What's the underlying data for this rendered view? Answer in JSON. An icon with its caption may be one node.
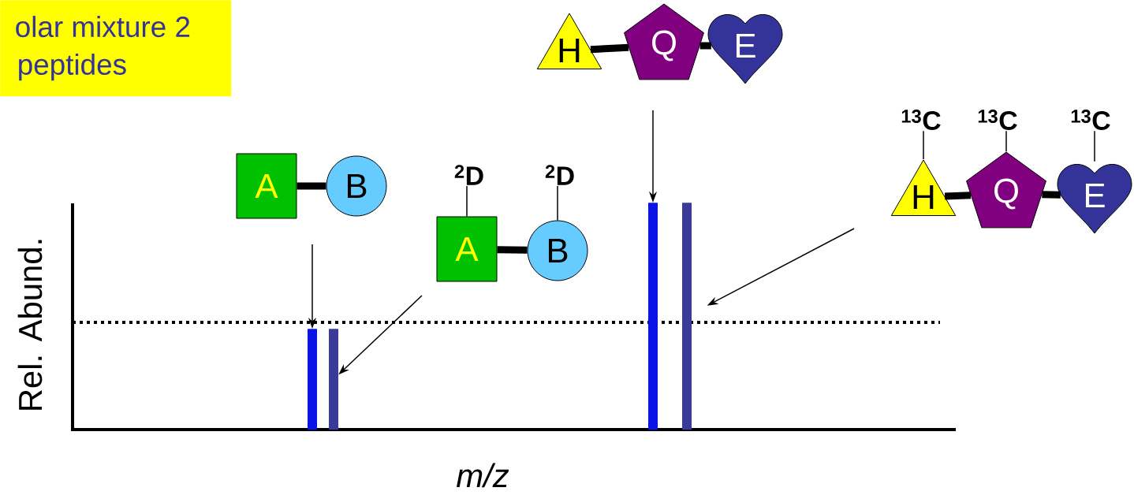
{
  "diagram": {
    "nodes": [
      {
        "text": [
          "olar mixture 2 peptides"
        ]
      },
      {
        "text": [
          "A"
        ]
      },
      {
        "text": [
          "B"
        ]
      },
      {
        "text": [
          "A"
        ]
      },
      {
        "text": [
          "B"
        ]
      },
      {
        "text": [
          "H"
        ]
      },
      {
        "text": [
          "Q"
        ]
      },
      {
        "text": [
          "E"
        ]
      },
      {
        "text": [
          "H"
        ]
      },
      {
        "text": [
          "Q"
        ]
      },
      {
        "text": [
          "E"
        ]
      },
      {
        "text": [
          "$^{2}$D"
        ]
      },
      {
        "text": [
          "$^{2}$D"
        ]
      },
      {
        "text": [
          "$^{13}$C"
        ]
      },
      {
        "text": [
          "$^{13}$C"
        ]
      },
      {
        "text": [
          "$^{13}$C"
        ]
      },
      {
        "text": [],
        "shape": "bar"
      },
      {
        "text": [],
        "shape": "bar"
      },
      {
        "text": [],
        "shape": "bar"
      },
      {
        "text": [],
        "shape": "bar"
      }
    ],
    "edges": [
      {
        "from": 1,
        "to": 2,
        "arrow": "none",
        "style": "thick"
      },
      {
        "from": 3,
        "to": 4,
        "arrow": "none",
        "style": "thick"
      },
      {
        "from": 5,
        "to": 6,
        "arrow": "none",
        "style": "thick"
      },
      {
        "from": 6,
        "to": 7,
        "arrow": "none",
        "style": "thick"
      },
      {
        "from": 8,
        "to": 9,
        "arrow": "none",
        "style": "thick"
      },
      {
        "from": 9,
        "to": 10,
        "arrow": "none",
        "style": "thick"
      },
      {
        "from": 11,
        "to": 3,
        "arrow": "none"
      },
      {
        "from": 12,
        "to": 4,
        "arrow": "none"
      },
      {
        "from": 13,
        "to": 8,
        "arrow": "none"
      },
      {
        "from": 14,
        "to": 9,
        "arrow": "none"
      },
      {
        "from": 15,
        "to": 10,
        "arrow": "none"
      },
      {
        "from": null,
        "to": 16,
        "arrow": "to"
      },
      {
        "from": null,
        "to": 17,
        "arrow": "to"
      },
      {
        "from": null,
        "to": 18,
        "arrow": "to"
      },
      {
        "from": null,
        "to": 19,
        "arrow": "to"
      }
    ],
    "labels": [
      "Rel. Abund.",
      "m/z"
    ]
  }
}
